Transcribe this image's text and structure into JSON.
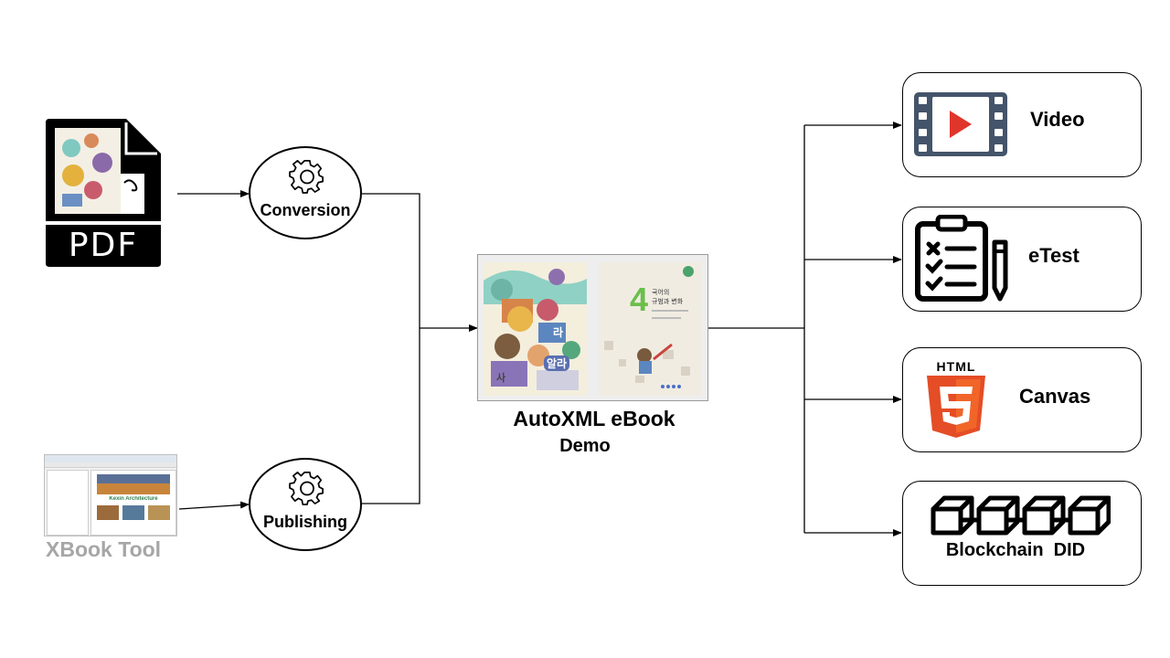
{
  "inputs": {
    "pdf": {
      "label": "PDF",
      "icon": "pdf-file-icon"
    },
    "xbook": {
      "label": "XBook Tool",
      "banner_text": "Kexin Architecture",
      "icon": "xbook-tool-screenshot"
    }
  },
  "processes": {
    "conversion": {
      "label": "Conversion",
      "icon": "gear-icon"
    },
    "publishing": {
      "label": "Publishing",
      "icon": "gear-icon"
    }
  },
  "center": {
    "title": "AutoXML eBook",
    "subtitle": "Demo",
    "preview": {
      "chapter_number": "4",
      "heading_line1": "국어의",
      "heading_line2": "규범과 변화",
      "cover_tag1": "라",
      "cover_tag2": "알라",
      "cover_tag3": "사"
    }
  },
  "outputs": [
    {
      "label": "Video",
      "icon": "video-player-icon"
    },
    {
      "label": "eTest",
      "icon": "clipboard-checklist-icon"
    },
    {
      "label": "Canvas",
      "icon": "html5-icon",
      "icon_text": "HTML",
      "icon_number": "5"
    },
    {
      "label": "Blockchain  DID",
      "icon": "blockchain-blocks-icon"
    }
  ],
  "colors": {
    "line": "#000000",
    "xbook_gray": "#a6a6a6",
    "html5_orange": "#e44d26",
    "html5_light": "#f16529",
    "video_frame": "#44546a",
    "play_red": "#e0352b",
    "ebook_green": "#6abf4b"
  }
}
